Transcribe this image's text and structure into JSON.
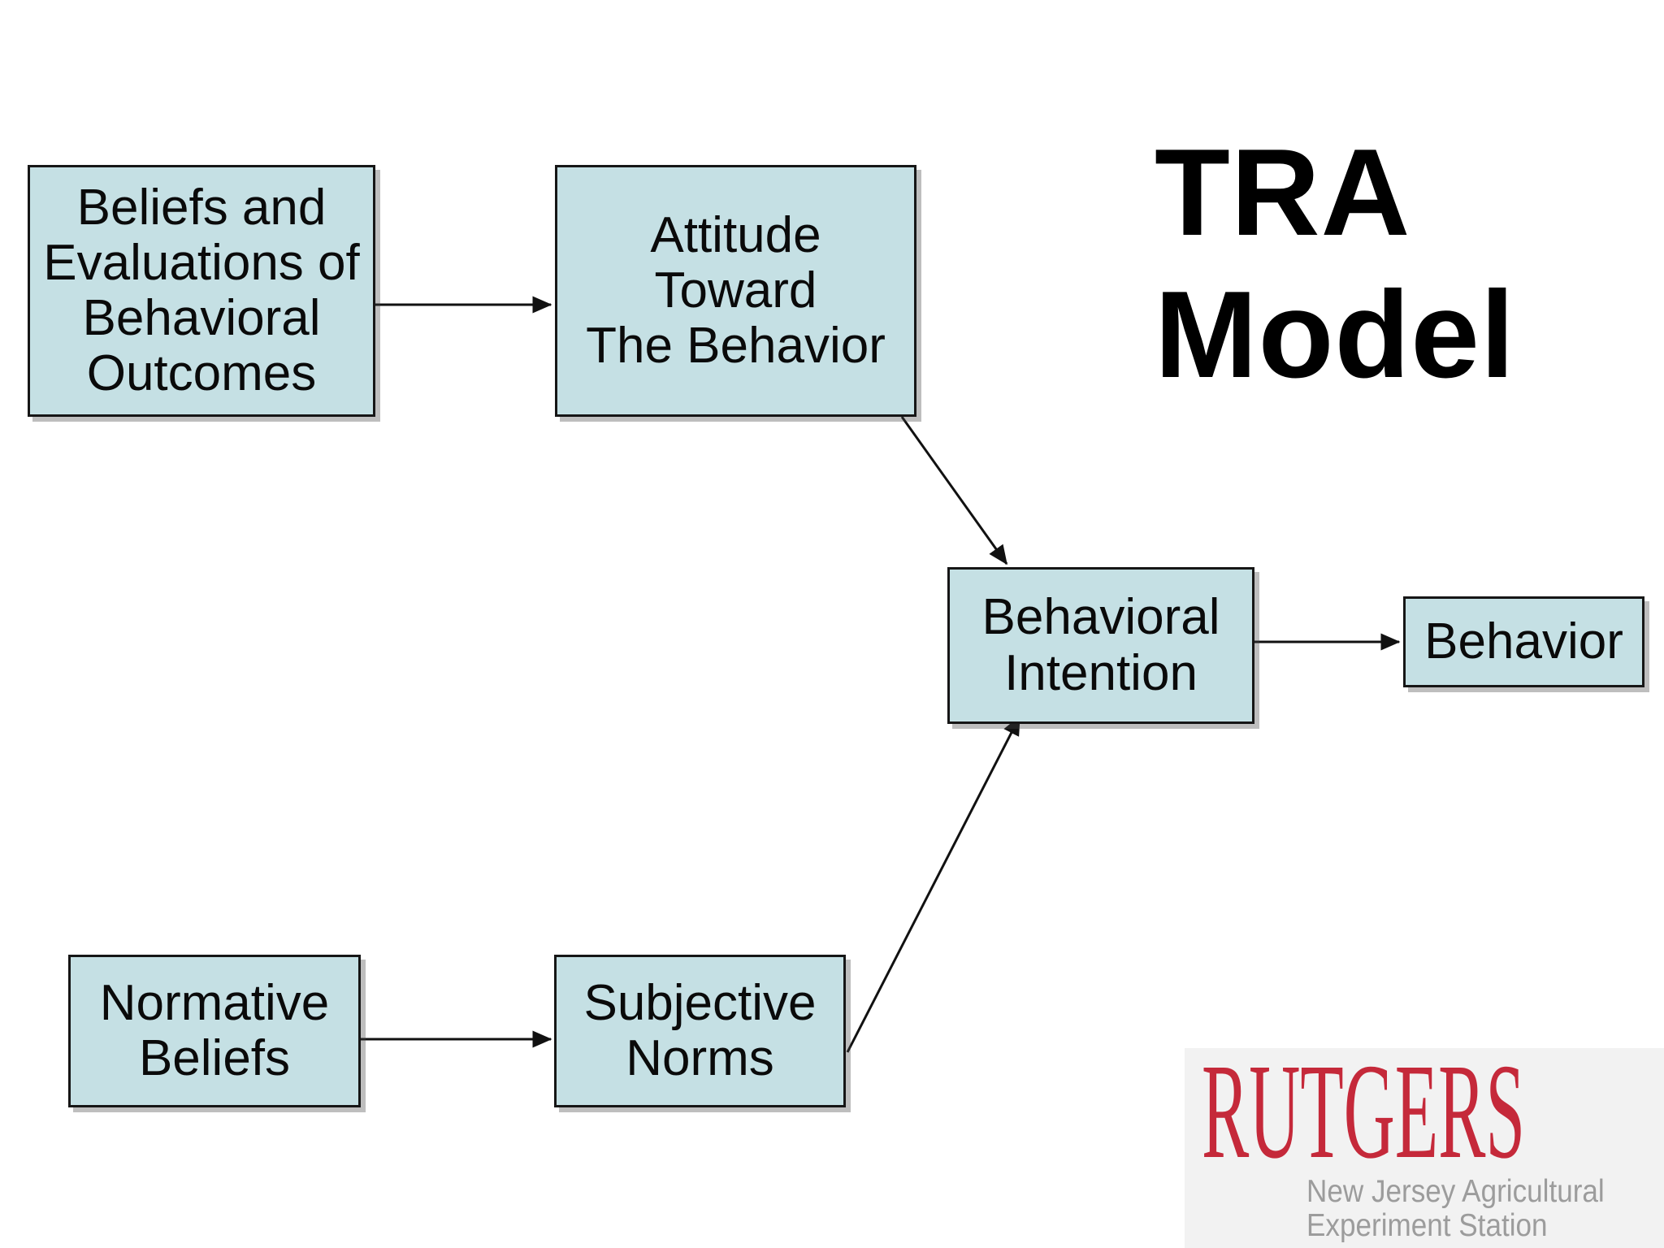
{
  "theme": {
    "background": "#ffffff",
    "box_fill": "#c5e0e4",
    "box_border": "#161616",
    "arrow_color": "#111111",
    "title_color": "#000000",
    "rutgers_red": "#c5293a",
    "logo_gray": "#9c9c9c",
    "logo_backdrop": "#f2f2f2"
  },
  "title": {
    "line1": "TRA",
    "line2": "Model"
  },
  "diagram": {
    "boxes": [
      {
        "id": "beliefs-evaluations",
        "label": "Beliefs and\nEvaluations of\nBehavioral\nOutcomes"
      },
      {
        "id": "attitude",
        "label": "Attitude\nToward\nThe Behavior"
      },
      {
        "id": "behavioral-intention",
        "label": "Behavioral\nIntention"
      },
      {
        "id": "behavior",
        "label": "Behavior"
      },
      {
        "id": "normative-beliefs",
        "label": "Normative\nBeliefs"
      },
      {
        "id": "subjective-norms",
        "label": "Subjective\nNorms"
      }
    ],
    "edges": [
      {
        "from": "beliefs-evaluations",
        "to": "attitude"
      },
      {
        "from": "attitude",
        "to": "behavioral-intention"
      },
      {
        "from": "behavioral-intention",
        "to": "behavior"
      },
      {
        "from": "normative-beliefs",
        "to": "subjective-norms"
      },
      {
        "from": "subjective-norms",
        "to": "behavioral-intention"
      }
    ]
  },
  "logo": {
    "wordmark": "RUTGERS",
    "subline1": "New Jersey Agricultural",
    "subline2": "Experiment Station"
  }
}
